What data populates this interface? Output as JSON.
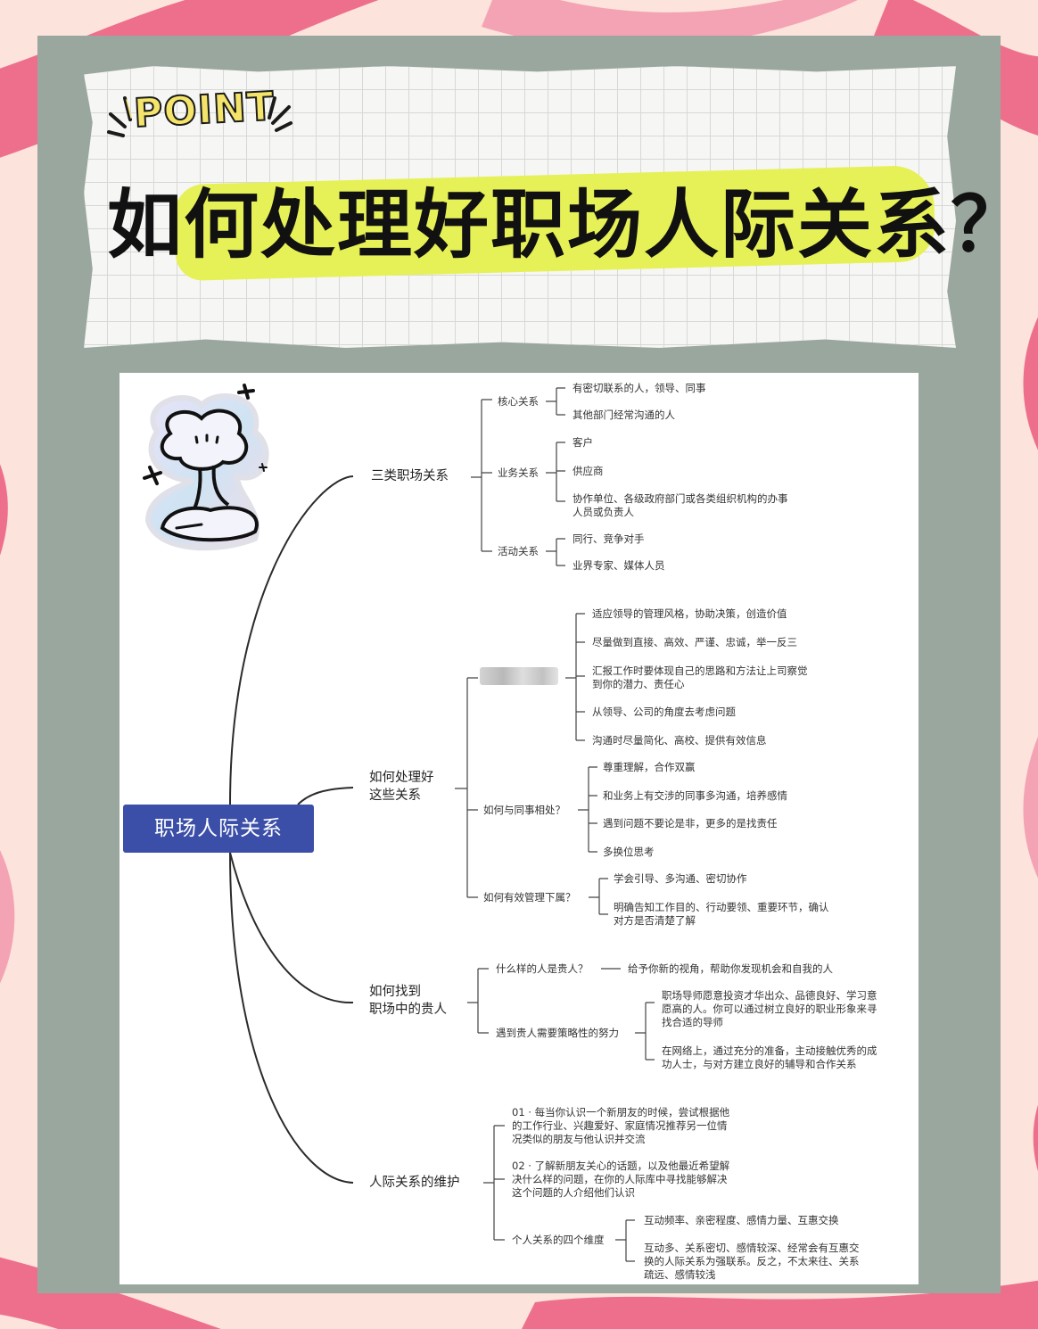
{
  "header": {
    "point_label": "POINT",
    "title": "如何处理好职场人际关系？"
  },
  "mindmap": {
    "root": "职场人际关系",
    "branch1": {
      "label": "三类职场关系",
      "core": {
        "label": "核心关系",
        "items": [
          "有密切联系的人，领导、同事",
          "其他部门经常沟通的人"
        ]
      },
      "business": {
        "label": "业务关系",
        "items": [
          "客户",
          "供应商",
          "协作单位、各级政府部门或各类组织机构的办事",
          "人员或负责人"
        ]
      },
      "activity": {
        "label": "活动关系",
        "items": [
          "同行、竞争对手",
          "业界专家、媒体人员"
        ]
      }
    },
    "branch2": {
      "label_line1": "如何处理好",
      "label_line2": "这些关系",
      "leader": {
        "items": [
          "适应领导的管理风格，协助决策，创造价值",
          "尽量做到直接、高效、严谨、忠诚，举一反三",
          "汇报工作时要体现自己的思路和方法让上司察觉",
          "到你的潜力、责任心",
          "从领导、公司的角度去考虑问题",
          "沟通时尽量简化、高校、提供有效信息"
        ]
      },
      "colleague": {
        "label": "如何与同事相处？",
        "items": [
          "尊重理解，合作双赢",
          "和业务上有交涉的同事多沟通，培养感情",
          "遇到问题不要论是非，更多的是找责任",
          "多换位思考"
        ]
      },
      "subordinate": {
        "label": "如何有效管理下属？",
        "items": [
          "学会引导、多沟通、密切协作",
          "明确告知工作目的、行动要领、重要环节，确认",
          "对方是否清楚了解"
        ]
      }
    },
    "branch3": {
      "label_line1": "如何找到",
      "label_line2": "职场中的贵人",
      "who": {
        "label": "什么样的人是贵人？",
        "item": "给予你新的视角，帮助你发现机会和自我的人"
      },
      "effort": {
        "label": "遇到贵人需要策略性的努力",
        "items": [
          "职场导师愿意投资才华出众、品德良好、学习意",
          "愿高的人。你可以通过树立良好的职业形象来寻",
          "找合适的导师",
          "在网络上，通过充分的准备，主动接触优秀的成",
          "功人士，与对方建立良好的辅导和合作关系"
        ]
      }
    },
    "branch4": {
      "label": "人际关系的维护",
      "tip1": [
        "01 · 每当你认识一个新朋友的时候，尝试根据他",
        "的工作行业、兴趣爱好、家庭情况推荐另一位情",
        "况类似的朋友与他认识并交流"
      ],
      "tip2": [
        "02 · 了解新朋友关心的话题，以及他最近希望解",
        "决什么样的问题，在你的人际库中寻找能够解决",
        "这个问题的人介绍他们认识"
      ],
      "dimensions": {
        "label": "个人关系的四个维度",
        "items": [
          "互动频率、亲密程度、感情力量、互惠交换",
          "互动多、关系密切、感情较深、经常会有互惠交",
          "换的人际关系为强联系。反之，不太来往、关系",
          "疏远、感情较浅"
        ]
      }
    }
  },
  "colors": {
    "frame": "#9aa79f",
    "highlighter": "#e6f157",
    "root_node": "#3c4fa8",
    "background_stripe": "#ee6f8b"
  }
}
